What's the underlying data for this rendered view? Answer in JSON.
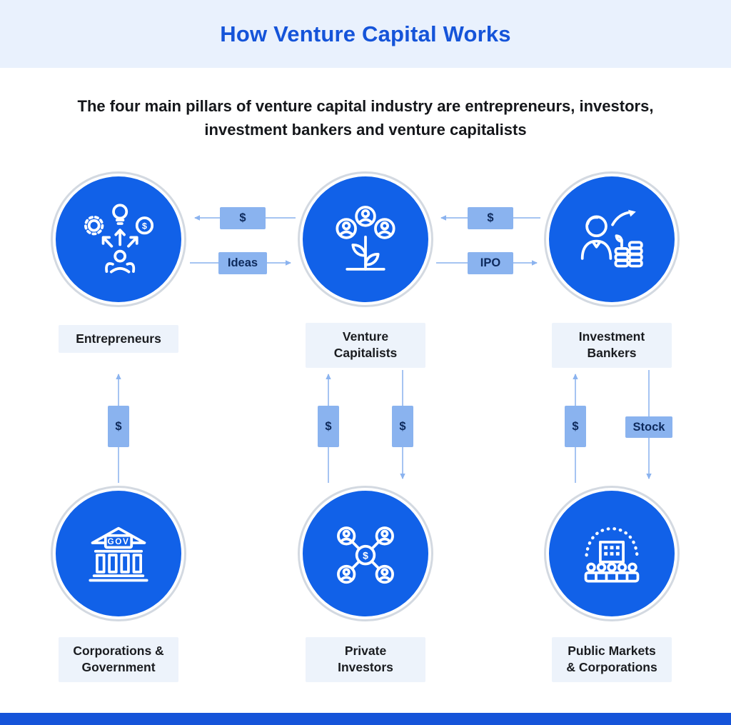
{
  "title": "How Venture Capital Works",
  "subtitle": "The four main pillars of venture capital industry are entrepreneurs, investors, investment bankers and venture capitalists",
  "nodes": {
    "entrepreneurs": "Entrepreneurs",
    "venture_capitalists": "Venture\nCapitalists",
    "investment_bankers": "Investment\nBankers",
    "corporations_government": "Corporations &\nGovernment",
    "private_investors": "Private\nInvestors",
    "public_markets_corporations": "Public Markets\n& Corporations"
  },
  "edges": {
    "money_vc_to_entrepreneurs": "$",
    "ideas_entrepreneurs_to_vc": "Ideas",
    "money_bankers_to_vc": "$",
    "ipo_vc_to_bankers": "IPO",
    "money_gov_to_entrepreneurs": "$",
    "money_investors_to_vc": "$",
    "money_vc_to_investors": "$",
    "money_markets_to_bankers": "$",
    "stock_bankers_to_markets": "Stock"
  },
  "icons": {
    "entrepreneurs": "innovation-person-icon",
    "venture_capitalists": "team-growth-plant-icon",
    "investment_bankers": "banker-chart-coins-icon",
    "corporations_government": "government-building-icon",
    "private_investors": "investor-network-icon",
    "public_markets_corporations": "public-market-building-icon",
    "gov_sign_text": "GOV",
    "dollar_glyph": "$"
  },
  "colors": {
    "title": "#1554d9",
    "header_bg": "#e9f1fd",
    "circle_fill": "#1161e8",
    "circle_ring": "#d3d9e1",
    "edge_label_bg": "#8ab3ef",
    "edge_label_text": "#0e2a5c",
    "node_label_bg": "#edf3fb",
    "node_label_text": "#1a1c20",
    "connector": "#a6c4f2",
    "connector_head": "#8bb3ef",
    "footer_bar": "#1554d9"
  }
}
